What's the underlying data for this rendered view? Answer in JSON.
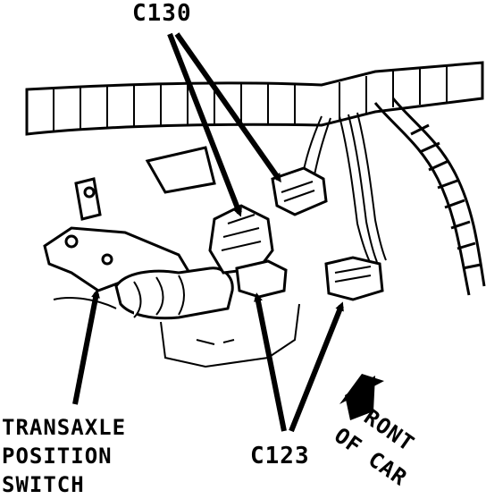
{
  "labels": {
    "c130": "C130",
    "c123": "C123",
    "transaxle_position_switch": [
      "TRANSAXLE",
      "POSITION",
      "SWITCH"
    ],
    "front_of_car": [
      "FRONT",
      "OF CAR"
    ]
  },
  "colors": {
    "ink": "#000000",
    "paper": "#ffffff"
  }
}
